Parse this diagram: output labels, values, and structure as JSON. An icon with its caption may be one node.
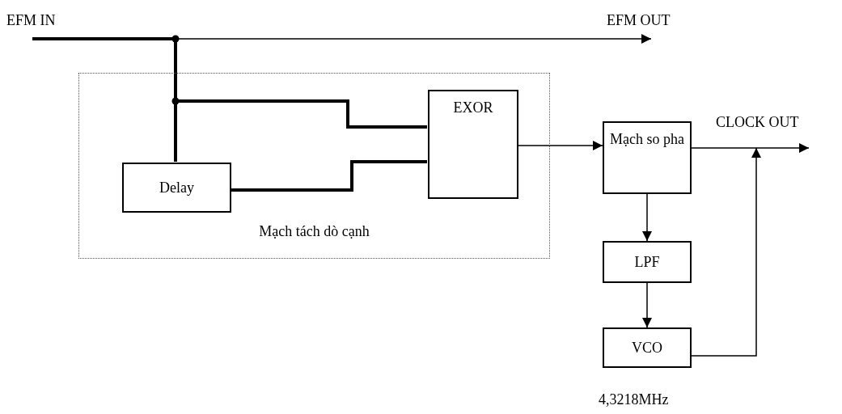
{
  "diagram": {
    "nodes": [
      {
        "text": [
          "EFM IN"
        ]
      },
      {
        "text": [
          "EFM OUT"
        ]
      },
      {
        "text": [
          "Mạch tách dò cạnh"
        ]
      },
      {
        "text": [
          "Delay"
        ],
        "in": 2
      },
      {
        "text": [
          "EXOR"
        ],
        "in": 2
      },
      {
        "text": [
          "Mạch so pha"
        ]
      },
      {
        "text": [
          "LPF"
        ]
      },
      {
        "text": [
          "VCO"
        ],
        "beside": [
          "4,3218MHz"
        ]
      },
      {
        "text": [
          "CLOCK OUT"
        ]
      }
    ],
    "edges": [
      {
        "from": 0,
        "to": 1,
        "arrow": "to"
      },
      {
        "from": 0,
        "to": 3,
        "arrow": "none",
        "style": "thick"
      },
      {
        "from": 0,
        "to": 4,
        "arrow": "none",
        "style": "thick"
      },
      {
        "from": 3,
        "to": 4,
        "arrow": "none",
        "style": "thick"
      },
      {
        "from": 4,
        "to": 5,
        "arrow": "to"
      },
      {
        "from": 5,
        "to": 8,
        "arrow": "to"
      },
      {
        "from": 5,
        "to": 6,
        "arrow": "to"
      },
      {
        "from": 6,
        "to": 7,
        "arrow": "to"
      },
      {
        "from": 7,
        "to": 8,
        "arrow": "to"
      }
    ]
  }
}
